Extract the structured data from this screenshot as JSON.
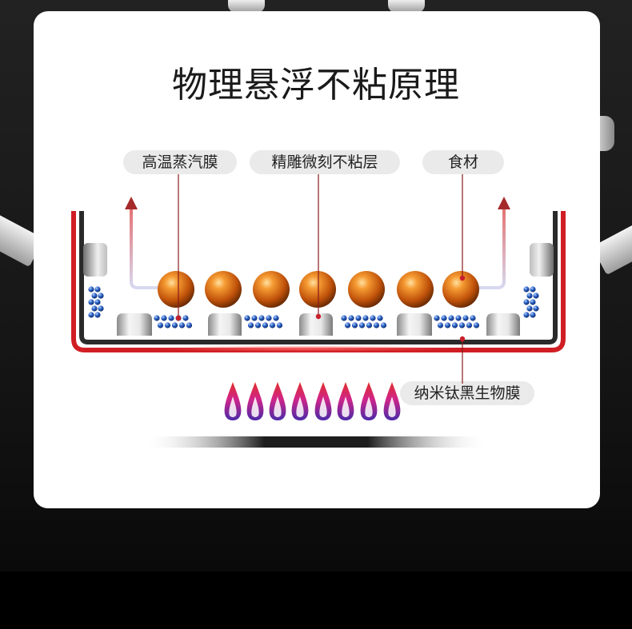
{
  "title": "物理悬浮不粘原理",
  "labels": {
    "steam_film": "高温蒸汽膜",
    "nonstick_layer": "精雕微刻不粘层",
    "food": "食材",
    "bio_film": "纳米钛黑生物膜"
  },
  "colors": {
    "pan_red": "#d01e24",
    "pan_black": "#2a2a2a",
    "ball_orange": "#e06a10",
    "bubble_blue": "#2c62c4",
    "arrow_red": "#a52a2a",
    "pointer": "#8b1a1a",
    "card_bg": "#ffffff",
    "pill_bg": "#eaeaea"
  },
  "counts": {
    "food_balls": 7,
    "flames": 8
  }
}
